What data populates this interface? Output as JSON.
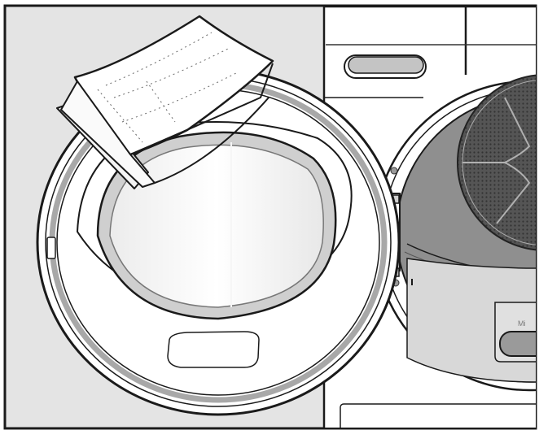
{
  "illustration": {
    "subject": "Washer-dryer with open door and folded towel on door rim",
    "colors": {
      "background_wall": "#e4e4e4",
      "appliance_body": "#ffffff",
      "outline": "#1a1a1a",
      "gasket": "#a8a8a8",
      "drum_grey": "#8f8f8f",
      "lint_filter": "#4a4a4a",
      "button_fill": "#c4c4c4"
    },
    "elements": {
      "towel": "folded towel",
      "porthole_door": "open door with glass",
      "door_handle": "recessed door handle",
      "hinge": "door hinge",
      "drum": "drum opening with lint filter",
      "top_button": "control panel button",
      "plinth_panel": "bottom service panel"
    },
    "visible_text": {
      "brand_partial": "Mi"
    }
  }
}
